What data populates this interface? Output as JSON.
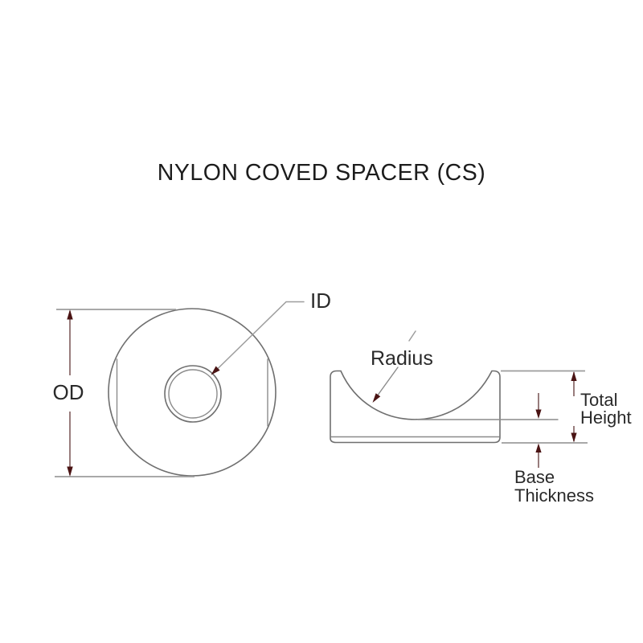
{
  "title": "NYLON COVED SPACER (CS)",
  "labels": {
    "od": "OD",
    "id": "ID",
    "radius": "Radius",
    "total_height_line1": "Total",
    "total_height_line2": "Height",
    "base_thickness_line1": "Base",
    "base_thickness_line2": "Thickness"
  },
  "colors": {
    "background": "#ffffff",
    "part_outline": "#6f6f6f",
    "secondary_line": "#8b8b8b",
    "extension_line": "#9d9d9d",
    "dimension_line": "#6d4545",
    "arrowhead": "#4a1414",
    "label_text": "#2a2a2a",
    "title_text": "#1c1c1c"
  }
}
